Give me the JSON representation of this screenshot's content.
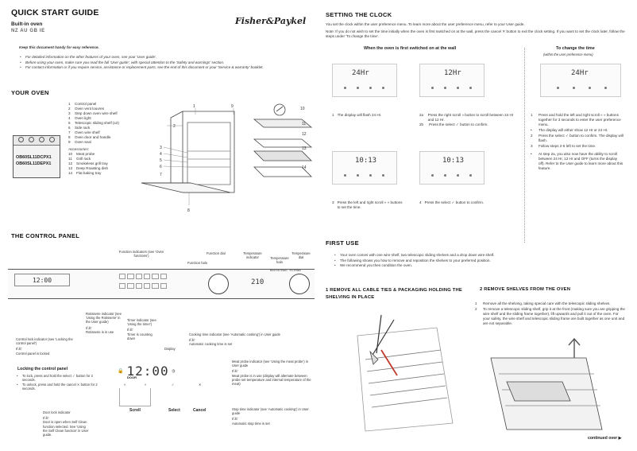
{
  "header": {
    "title": "QUICK START GUIDE",
    "subtitle": "Built-in oven",
    "regions": "NZ AU GB IE",
    "brand": "Fisher&Paykel",
    "intro": "Keep this document handy for easy reference.",
    "bullets": [
      "For detailed information on the other features of your oven, see your 'User guide'.",
      "Before using your oven, make sure you read the full 'User guide', with special attention to the 'Safety and warnings' section.",
      "For contact information or if you require service, assistance or replacement parts, see the end of this document or your 'Service & warranty' booklet."
    ]
  },
  "your_oven": {
    "title": "YOUR OVEN",
    "models": [
      "OB60SL11DCPX1",
      "OB60SL11DEPX1"
    ],
    "parts": [
      {
        "n": "1",
        "label": "Control panel"
      },
      {
        "n": "2",
        "label": "Oven vent louvres"
      },
      {
        "n": "3",
        "label": "Step down oven wire shelf"
      },
      {
        "n": "4",
        "label": "Oven light"
      },
      {
        "n": "5",
        "label": "Telescopic sliding shelf (x2)"
      },
      {
        "n": "6",
        "label": "Side rack"
      },
      {
        "n": "7",
        "label": "Oven wire shelf"
      },
      {
        "n": "8",
        "label": "Oven door and handle"
      },
      {
        "n": "9",
        "label": "Oven seal"
      }
    ],
    "accessories_title": "Accessories:",
    "accessories": [
      {
        "n": "10",
        "label": "Meat probe"
      },
      {
        "n": "11",
        "label": "Grill rack"
      },
      {
        "n": "12",
        "label": "Smokeless grill tray"
      },
      {
        "n": "13",
        "label": "Deep Roasting dish"
      },
      {
        "n": "14",
        "label": "Flat baking tray"
      }
    ],
    "callouts": [
      "1",
      "9",
      "2",
      "3",
      "4",
      "5",
      "6",
      "7",
      "8",
      "10",
      "11",
      "12",
      "13",
      "14"
    ]
  },
  "control_panel": {
    "title": "THE CONTROL PANEL",
    "top_labels": {
      "function_indicators": "Function indicators (see 'Oven functions')",
      "function_halo": "Function halo",
      "function_dial": "Function dial",
      "temperature_indicator": "Temperature indicator",
      "temperature_halo": "Temperature halo",
      "temperature_dial": "Temperature dial"
    },
    "panel_time": "12:00",
    "panel_temp": "210",
    "panel_model": "BUILT-IN OVEN · 70 LITRES",
    "display_time": "12:00",
    "door_label": "DOOR",
    "buttons": [
      "Scroll",
      "Select",
      "Cancel"
    ],
    "button_symbols": [
      "«",
      "»",
      "✓",
      "✕"
    ],
    "annotations": {
      "rotisserie": "Rotisserie indicator (see 'Using the Rotisserie' in the User guide)",
      "rotisserie_if_label": "If lit:",
      "rotisserie_if": "Rotisserie is in use",
      "timer": "Timer indicator (see 'Using the timer')",
      "timer_if_label": "If lit:",
      "timer_if": "Timer is counting down",
      "display": "Display",
      "cooking_time": "Cooking time indicator (see 'Automatic cooking') in User guide",
      "cooking_time_if_label": "If lit:",
      "cooking_time_if": "Automatic cooking time is set",
      "control_lock": "Control lock indicator (see 'Locking the control panel')",
      "control_lock_if_label": "If lit:",
      "control_lock_if": "Control panel is locked",
      "meat_probe": "Meat probe indicator (see 'Using the meat probe') in User guide",
      "meat_probe_if_label": "If lit:",
      "meat_probe_if": "Meat probe is in use (display will alternate between probe set temperature and internal temperature of the meat)",
      "door_lock": "Door lock indicator",
      "door_lock_if_label": "If lit:",
      "door_lock_if": "Door is open when Self Clean function selected. See 'Using the Self Clean function' in User guide.",
      "stop_time": "Stop time indicator (see 'Automatic cooking') in User guide",
      "stop_time_if_label": "If lit:",
      "stop_time_if": "Automatic stop time is set"
    },
    "locking_title": "Locking the control panel",
    "locking_steps": [
      "To lock, press and hold the select ✓ button for 2 seconds.",
      "To unlock, press and hold the cancel ✕ button for 2 seconds."
    ]
  },
  "clock": {
    "title": "SETTING THE CLOCK",
    "intro": "You set the clock within the user preference menu. To learn more about the user preference menu, refer to your User guide.",
    "note": "Note: If you do not wish to set the time initially when the oven is first switched on at the wall, press the cancel ✕ button to exit the clock setting. If you want to set the clock later, follow the steps under 'To change the time'.",
    "first_on_title": "When the oven is first switched on at the wall",
    "change_title": "To change the time",
    "change_subtitle": "(within the user preference menu)",
    "displays": [
      "24Hr",
      "12Hr",
      "10:13",
      "10:13",
      "24Hr"
    ],
    "steps_first": [
      {
        "n": "1",
        "text": "The display will flash 24 Hr."
      },
      {
        "n": "2a",
        "text": "Press the right scroll » button to scroll between 24 Hr and 12 Hr."
      },
      {
        "n": "2b",
        "text": "Press the select ✓ button to confirm."
      },
      {
        "n": "3",
        "text": "Press the left and right scroll « » buttons to set the time."
      },
      {
        "n": "4",
        "text": "Press the select ✓ button to confirm."
      }
    ],
    "steps_change": [
      {
        "n": "1",
        "text": "Press and hold the left and right scroll « » buttons together for 3 seconds to enter the user preference menu."
      },
      {
        "n": "•",
        "text": "The display will either show 12 Hr or 24 Hr."
      },
      {
        "n": "2",
        "text": "Press the select ✓ button to confirm. The display will flash."
      },
      {
        "n": "3",
        "text": "Follow steps 2-5 left to set the time."
      },
      {
        "n": "•",
        "text": "At step 2a, you also now have the ability to scroll between 24 Hr, 12 Hr and OFF (turns the display off). Refer to the User guide to learn more about this feature."
      }
    ]
  },
  "first_use": {
    "title": "FIRST USE",
    "bullets": [
      "Your oven comes with one wire shelf, two telescopic sliding shelves and a drop down wire shelf.",
      "The following shows you how to remove and reposition the shelves to your preferred position.",
      "We recommend you then condition the oven."
    ],
    "step1_title": "1  REMOVE ALL CABLE TIES & PACKAGING HOLDING THE SHELVING IN PLACE",
    "step2_title": "2  REMOVE SHELVES FROM THE OVEN",
    "step2_items": [
      {
        "n": "1",
        "text": "Remove all the shelving, taking special care with the telescopic sliding shelves."
      },
      {
        "n": "2",
        "text": "To remove a telescopic sliding shelf, grip it at the front (making sure you are gripping the wire shelf and the sliding frame together), lift upwards and pull it out of the oven. For your safety, the wire shelf and telescopic sliding frame are built together as one unit and are not separable."
      }
    ],
    "continued": "continued over ▶"
  }
}
